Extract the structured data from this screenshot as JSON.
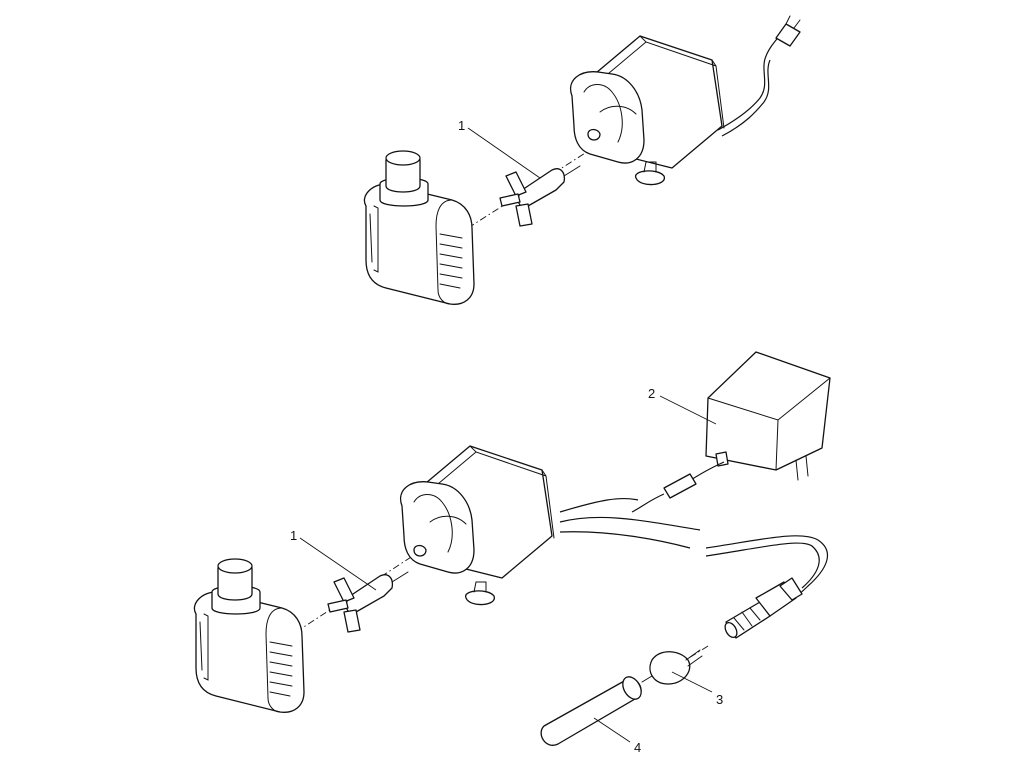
{
  "callouts": {
    "top_impeller": "1",
    "bottom_impeller": "1",
    "transformer": "2",
    "bulb_socket": "3",
    "bulb": "4"
  }
}
